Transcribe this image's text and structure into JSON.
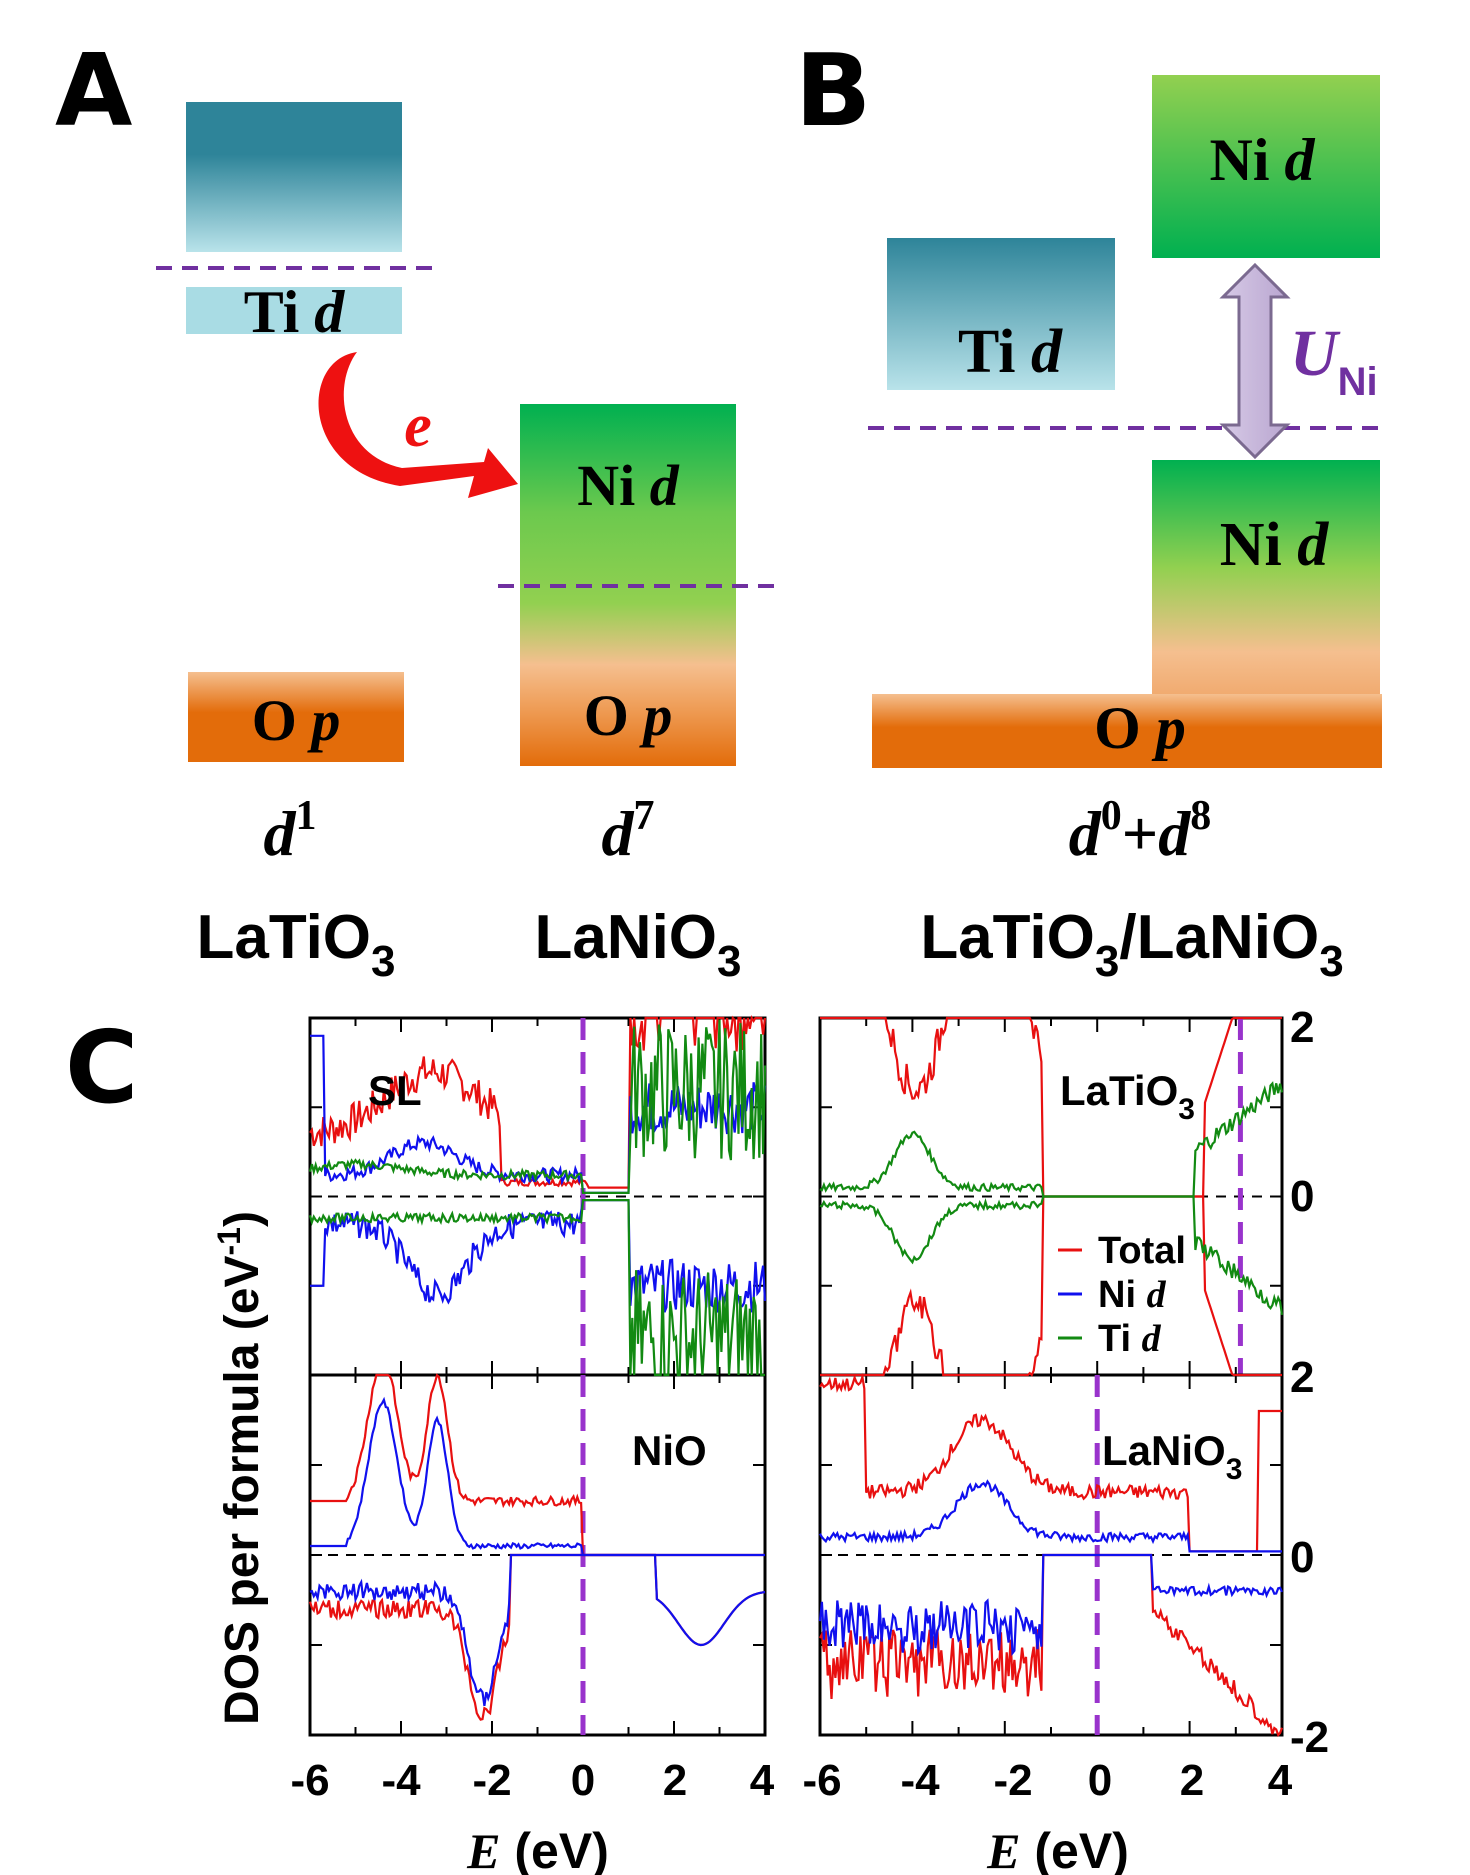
{
  "panelA": {
    "label": "A",
    "ti_d": {
      "base": "Ti",
      "orb": "d"
    },
    "ni_d": {
      "base": "Ni",
      "orb": "d"
    },
    "o_p_left": {
      "base": "O",
      "orb": "p"
    },
    "o_p_right": {
      "base": "O",
      "orb": "p"
    },
    "electron": "e",
    "config_left": {
      "base": "d",
      "sup": "1"
    },
    "config_right": {
      "base": "d",
      "sup": "7"
    },
    "material_left": {
      "main": "LaTiO",
      "sub": "3"
    },
    "material_right": {
      "main": "LaNiO",
      "sub": "3"
    }
  },
  "panelB": {
    "label": "B",
    "ti_d": {
      "base": "Ti",
      "orb": "d"
    },
    "ni_d_upper": {
      "base": "Ni",
      "orb": "d"
    },
    "ni_d_lower": {
      "base": "Ni",
      "orb": "d"
    },
    "o_p": {
      "base": "O",
      "orb": "p"
    },
    "u": {
      "base": "U",
      "sub": "Ni"
    },
    "config": {
      "d1": "d",
      "s1": "0",
      "plus": "+",
      "d2": "d",
      "s2": "8"
    },
    "material": {
      "m1": "LaTiO",
      "s1": "3",
      "slash": "/",
      "m2": "LaNiO",
      "s2": "3"
    }
  },
  "panelC": {
    "label": "C",
    "ylabel": {
      "main": "DOS per formula (eV",
      "sup": "-1",
      "close": ")"
    },
    "xlabel": {
      "var": "E",
      "unit": " (eV)"
    },
    "xticks": [
      "-6",
      "-4",
      "-2",
      "0",
      "2",
      "4"
    ],
    "yticks": [
      "2",
      "0",
      "2",
      "0",
      "-2"
    ],
    "legend": [
      {
        "label": "Total",
        "orb": "",
        "color": "#e81010"
      },
      {
        "label": "Ni ",
        "orb": "d",
        "color": "#1010ee"
      },
      {
        "label": "Ti ",
        "orb": "d",
        "color": "#128a12"
      }
    ]
  },
  "chart_data": [
    {
      "type": "line",
      "title": "SL",
      "xlim": [
        -6,
        4
      ],
      "fermi_level": 0,
      "series": [
        {
          "color": "#e81010"
        },
        {
          "color": "#1010ee"
        },
        {
          "color": "#128a12"
        }
      ]
    },
    {
      "type": "line",
      "title": "LaTiO3",
      "xlim": [
        -6,
        4
      ],
      "ylim": [
        -2,
        2
      ],
      "fermi_level": 3.1,
      "series": [
        {
          "color": "#e81010"
        },
        {
          "color": "#128a12"
        }
      ]
    },
    {
      "type": "line",
      "title": "NiO",
      "xlim": [
        -6,
        4
      ],
      "fermi_level": 0,
      "series": [
        {
          "color": "#e81010"
        },
        {
          "color": "#1010ee"
        }
      ]
    },
    {
      "type": "line",
      "title": "LaNiO3",
      "xlim": [
        -6,
        4
      ],
      "ylim": [
        -2,
        2
      ],
      "fermi_level": 0,
      "series": [
        {
          "color": "#e81010"
        },
        {
          "color": "#1010ee"
        }
      ]
    }
  ],
  "colors": {
    "teal": "#2e8499",
    "light_blue": "#a9dce4",
    "green": "#00b050",
    "light_green": "#92d050",
    "orange": "#e36c0a",
    "peach": "#f5bf8f",
    "purple": "#7030a0",
    "fermi": "#9933cc",
    "arrow_red": "#ee1111",
    "u_arrow": "#c6b5d8"
  },
  "subpanel_titles": {
    "sl": "SL",
    "latio3": {
      "main": "LaTiO",
      "sub": "3"
    },
    "nio": "NiO",
    "lanio3": {
      "main": "LaNiO",
      "sub": "3"
    }
  }
}
